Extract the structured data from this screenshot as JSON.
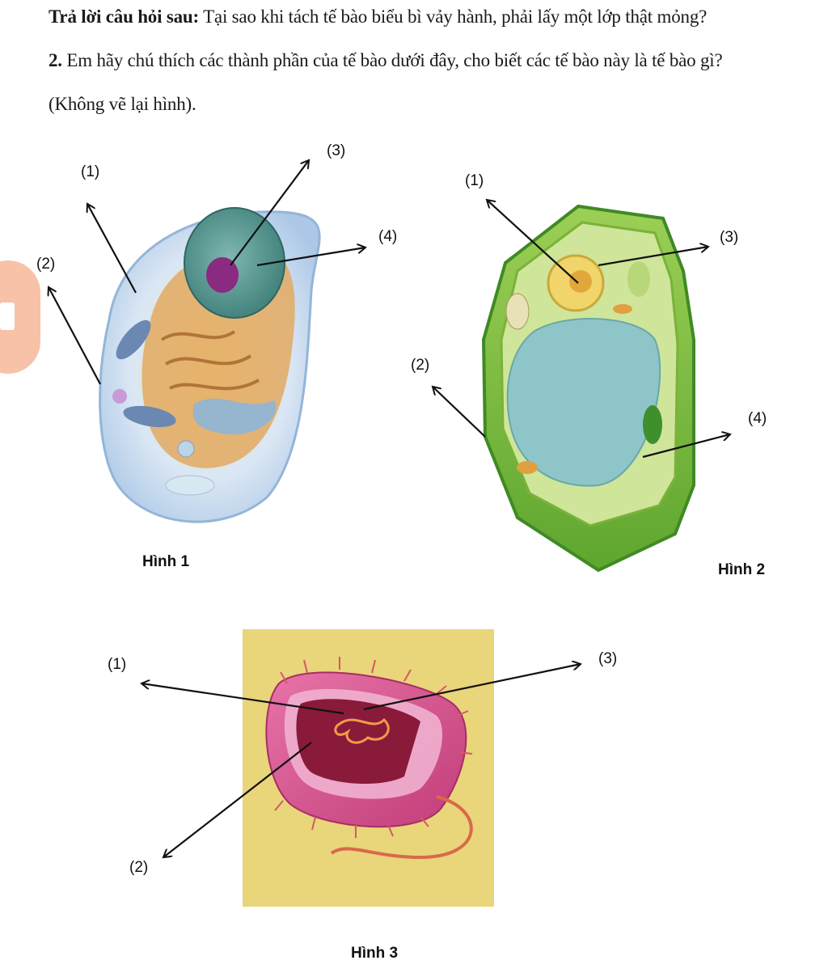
{
  "question": {
    "line1_bold": "Trả lời câu hỏi sau:",
    "line1_rest": " Tại sao khi tách tế bào biểu bì vảy hành, phải lấy một lớp thật mỏng?",
    "line2_bold": "2.",
    "line2_rest": " Em hãy chú thích các thành phần của tế bào dưới đây, cho biết các tế bào này là tế bào gì?",
    "line3": "(Không vẽ lại hình)."
  },
  "figures": {
    "fig1": {
      "caption": "Hình 1",
      "labels": [
        "(1)",
        "(2)",
        "(3)",
        "(4)"
      ]
    },
    "fig2": {
      "caption": "Hình 2",
      "labels": [
        "(1)",
        "(2)",
        "(3)",
        "(4)"
      ]
    },
    "fig3": {
      "caption": "Hình 3",
      "labels": [
        "(1)",
        "(2)",
        "(3)"
      ]
    }
  },
  "side_tab_icon": "video-camera-icon",
  "colors": {
    "text": "#1a1a1a",
    "animal_cell": "#b9d3ec",
    "plant_cell": "#6fb63c",
    "bacteria": "#d8508e",
    "bacteria_bg": "#e9d57a",
    "side_tab": "#f7c2a8"
  }
}
